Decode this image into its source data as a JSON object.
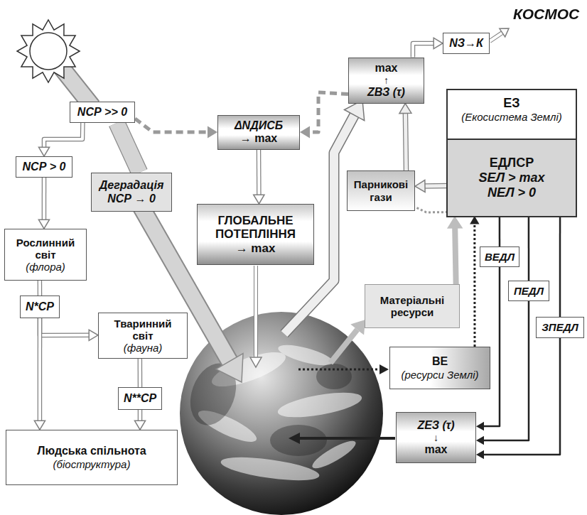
{
  "diagram": {
    "nodes": [
      {
        "text": [
          "NСР >> 0"
        ]
      },
      {
        "text": [
          "NЗ→К"
        ]
      },
      {
        "text": [
          "max",
          "↑",
          "ZВЗ (τ)"
        ]
      },
      {
        "text": [
          "ΔNДИСБ",
          "→ max"
        ]
      },
      {
        "text": [
          "ЕЗ",
          "(Екосистема Землі)"
        ]
      },
      {
        "text": [
          "ЕДЛСР",
          "SЕЛ > max",
          "NЕЛ > 0"
        ],
        "in": 4
      },
      {
        "text": [
          "NСР > 0"
        ]
      },
      {
        "text": [
          "Деградація",
          "NСР → 0"
        ]
      },
      {
        "text": [
          "ГЛОБАЛЬНЕ ПОТЕПЛІННЯ",
          "→ max"
        ]
      },
      {
        "text": [
          "Парникові гази"
        ]
      },
      {
        "text": [
          "Рослинний світ",
          "(флора)"
        ]
      },
      {
        "text": [
          "N*СР"
        ]
      },
      {
        "text": [
          "ВЕДЛ"
        ]
      },
      {
        "text": [
          "ПЕДЛ"
        ]
      },
      {
        "text": [
          "ЗПЕДЛ"
        ]
      },
      {
        "text": [
          "Тваринний світ",
          "(фауна)"
        ]
      },
      {
        "text": [
          "Матеріальні ресурси"
        ]
      },
      {
        "text": [
          "N**СР"
        ]
      },
      {
        "text": [
          "ВЕ",
          "(ресурси Землі)"
        ]
      },
      {
        "text": [
          "ZЕЗ (τ)",
          "↓",
          "max"
        ]
      },
      {
        "text": [
          "Людська спільнота",
          "(біоструктура)"
        ]
      }
    ],
    "edges": [
      {
        "from": 0,
        "to": 7,
        "arrow": "none"
      },
      {
        "from": 0,
        "to": 6,
        "arrow": "to"
      },
      {
        "from": 0,
        "to": 3,
        "arrow": "to"
      },
      {
        "from": 2,
        "to": 3,
        "arrow": "to"
      },
      {
        "from": 3,
        "to": 8,
        "arrow": "to"
      },
      {
        "from": 2,
        "to": 1,
        "arrow": "to"
      },
      {
        "from": 9,
        "to": 2,
        "arrow": "to"
      },
      {
        "from": 5,
        "to": 9,
        "arrow": "to"
      },
      {
        "from": 5,
        "to": 9,
        "arrow": "none"
      },
      {
        "from": 16,
        "to": 5,
        "arrow": "to"
      },
      {
        "from": 18,
        "to": 5,
        "arrow": "to"
      },
      {
        "from": 5,
        "to": 12,
        "arrow": "none"
      },
      {
        "from": 12,
        "to": 19,
        "arrow": "to"
      },
      {
        "from": 5,
        "to": 13,
        "arrow": "none"
      },
      {
        "from": 13,
        "to": 19,
        "arrow": "to"
      },
      {
        "from": 5,
        "to": 14,
        "arrow": "none"
      },
      {
        "from": 14,
        "to": 19,
        "arrow": "to"
      },
      {
        "from": 6,
        "to": 10,
        "arrow": "to"
      },
      {
        "from": 10,
        "to": 11,
        "arrow": "none"
      },
      {
        "from": 11,
        "to": 15,
        "arrow": "to"
      },
      {
        "from": 11,
        "to": 20,
        "arrow": "to"
      },
      {
        "from": 15,
        "to": 17,
        "arrow": "none"
      },
      {
        "from": 17,
        "to": 20,
        "arrow": "to"
      }
    ],
    "labels": [
      "КОСМОС"
    ]
  }
}
